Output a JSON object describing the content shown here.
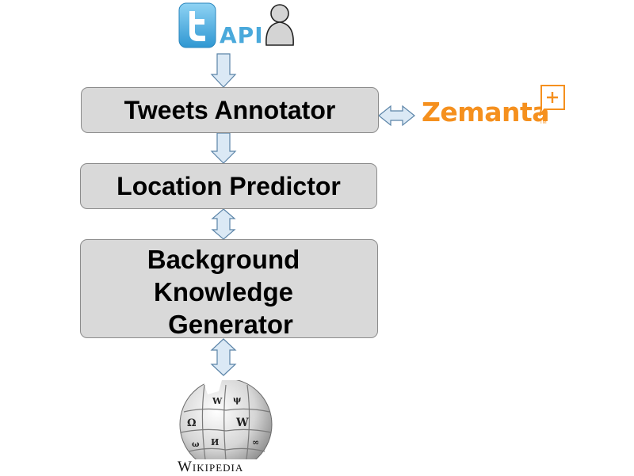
{
  "nodes": {
    "annotator": "Tweets Annotator",
    "predictor": "Location Predictor",
    "generator_lines": [
      "Background",
      "Knowledge",
      "Generator"
    ]
  },
  "logos": {
    "api_label": "API",
    "zemanta_label": "Zemanta",
    "zemanta_tm": "TM",
    "wikipedia_label": "Wikipedia"
  },
  "colors": {
    "box_fill": "#d9d9d9",
    "arrow_fill": "#dbe9f5",
    "arrow_stroke": "#5b84a8",
    "twitter_blue": "#4aa9db",
    "zemanta_orange": "#f5901e"
  },
  "icons": [
    "twitter-logo-icon",
    "person-icon",
    "zemanta-bubble-icon",
    "wikipedia-globe-icon"
  ]
}
